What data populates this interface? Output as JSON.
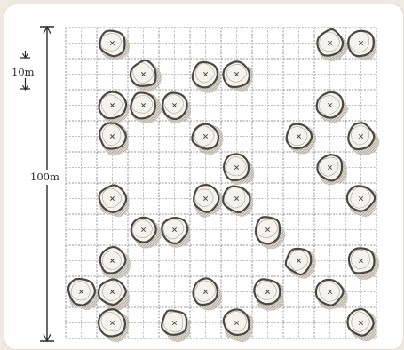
{
  "figure": {
    "labels": {
      "small_scale": "10m",
      "large_scale": "100m"
    },
    "grid": {
      "columns": 10,
      "rows": 10,
      "cell_size_m": 10
    },
    "trees": [
      {
        "col": 1.5,
        "row": 0.5
      },
      {
        "col": 8.5,
        "row": 0.5
      },
      {
        "col": 9.5,
        "row": 0.5
      },
      {
        "col": 2.5,
        "row": 1.5
      },
      {
        "col": 4.5,
        "row": 1.5
      },
      {
        "col": 5.5,
        "row": 1.5
      },
      {
        "col": 1.5,
        "row": 2.5
      },
      {
        "col": 2.5,
        "row": 2.5
      },
      {
        "col": 3.5,
        "row": 2.5
      },
      {
        "col": 8.5,
        "row": 2.5
      },
      {
        "col": 1.5,
        "row": 3.5
      },
      {
        "col": 4.5,
        "row": 3.5
      },
      {
        "col": 7.5,
        "row": 3.5
      },
      {
        "col": 9.5,
        "row": 3.5
      },
      {
        "col": 5.5,
        "row": 4.5
      },
      {
        "col": 8.5,
        "row": 4.5
      },
      {
        "col": 1.5,
        "row": 5.5
      },
      {
        "col": 4.5,
        "row": 5.5
      },
      {
        "col": 5.5,
        "row": 5.5
      },
      {
        "col": 9.5,
        "row": 5.5
      },
      {
        "col": 2.5,
        "row": 6.5
      },
      {
        "col": 3.5,
        "row": 6.5
      },
      {
        "col": 6.5,
        "row": 6.5
      },
      {
        "col": 1.5,
        "row": 7.5
      },
      {
        "col": 7.5,
        "row": 7.5
      },
      {
        "col": 9.5,
        "row": 7.5
      },
      {
        "col": 0.5,
        "row": 8.5
      },
      {
        "col": 1.5,
        "row": 8.5
      },
      {
        "col": 4.5,
        "row": 8.5
      },
      {
        "col": 6.5,
        "row": 8.5
      },
      {
        "col": 8.5,
        "row": 8.5
      },
      {
        "col": 1.5,
        "row": 9.5
      },
      {
        "col": 3.5,
        "row": 9.5
      },
      {
        "col": 5.5,
        "row": 9.5
      },
      {
        "col": 9.5,
        "row": 9.5
      }
    ],
    "colors": {
      "tree_fill": "#f6f3ee",
      "tree_outline": "#4a4741",
      "tree_shadow": "#b9b2a8",
      "grid_line": "#8c8c8c",
      "scale_line": "#2a2a2a"
    }
  }
}
